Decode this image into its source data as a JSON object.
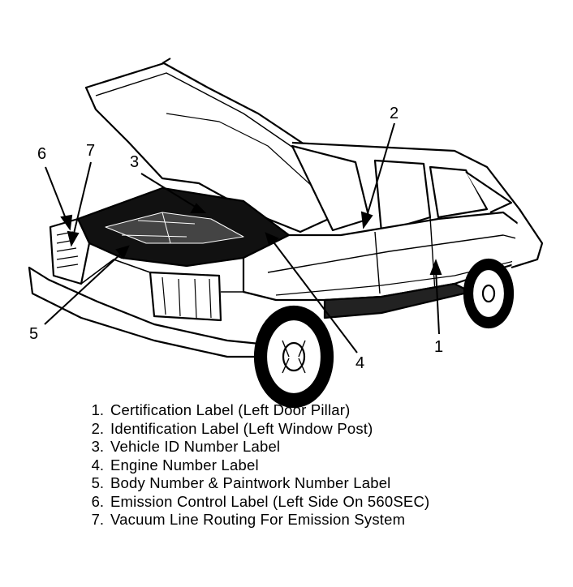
{
  "callouts": [
    {
      "id": "1",
      "text": "1"
    },
    {
      "id": "2",
      "text": "2"
    },
    {
      "id": "3",
      "text": "3"
    },
    {
      "id": "4",
      "text": "4"
    },
    {
      "id": "5",
      "text": "5"
    },
    {
      "id": "6",
      "text": "6"
    },
    {
      "id": "7",
      "text": "7"
    }
  ],
  "legend": [
    {
      "num": "1.",
      "text": "Certification Label (Left Door Pillar)"
    },
    {
      "num": "2.",
      "text": "Identification Label (Left Window Post)"
    },
    {
      "num": "3.",
      "text": "Vehicle ID Number Label"
    },
    {
      "num": "4.",
      "text": "Engine Number Label"
    },
    {
      "num": "5.",
      "text": "Body Number & Paintwork Number Label"
    },
    {
      "num": "6.",
      "text": "Emission Control Label (Left Side On 560SEC)"
    },
    {
      "num": "7.",
      "text": "Vacuum Line Routing For Emission System"
    }
  ],
  "colors": {
    "ink": "#000000",
    "paper": "#ffffff"
  }
}
